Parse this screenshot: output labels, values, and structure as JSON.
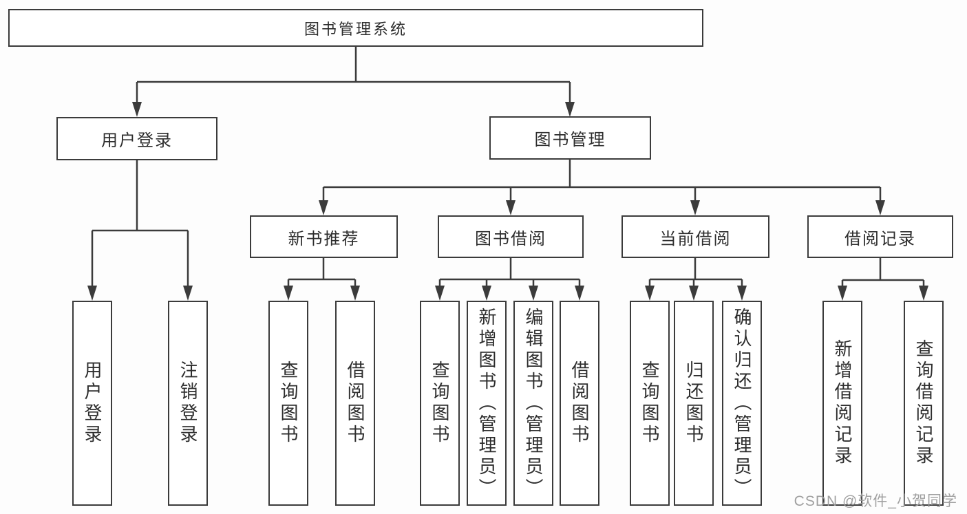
{
  "diagram": {
    "watermark": "CSDN @软件_小贺同学",
    "colors": {
      "line": "#3b3b3b",
      "text": "#2d2d2d",
      "background": "#ffffff",
      "watermark": "#9b9b9b"
    }
  },
  "tree": {
    "root": {
      "label": "图书管理系统"
    },
    "branches": [
      {
        "label": "用户登录",
        "children": [
          "用户登录",
          "注销登录"
        ]
      },
      {
        "label": "图书管理",
        "subbranches": [
          {
            "label": "新书推荐",
            "children": [
              "查询图书",
              "借阅图书"
            ]
          },
          {
            "label": "图书借阅",
            "children": [
              "查询图书",
              "新增图书（管理员）",
              "编辑图书（管理员）",
              "借阅图书"
            ]
          },
          {
            "label": "当前借阅",
            "children": [
              "查询图书",
              "归还图书",
              "确认归还（管理员）"
            ]
          },
          {
            "label": "借阅记录",
            "children": [
              "新增借阅记录",
              "查询借阅记录"
            ]
          }
        ]
      }
    ]
  }
}
